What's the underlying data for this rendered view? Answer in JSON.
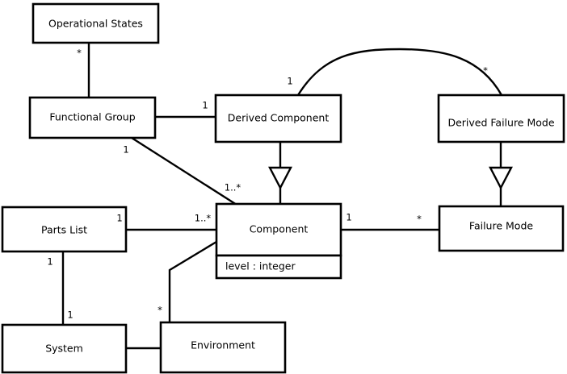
{
  "diagram": {
    "type": "uml-class-diagram",
    "background_color": "#ffffff",
    "line_color": "#000000",
    "classes": [
      {
        "id": "operational_states",
        "name": "Operational States",
        "attributes": []
      },
      {
        "id": "functional_group",
        "name": "Functional Group",
        "attributes": []
      },
      {
        "id": "derived_component",
        "name": "Derived Component",
        "attributes": []
      },
      {
        "id": "derived_failure_mode",
        "name": "Derived Failure Mode",
        "attributes": []
      },
      {
        "id": "parts_list",
        "name": "Parts List",
        "attributes": []
      },
      {
        "id": "component",
        "name": "Component",
        "attributes": [
          "level : integer"
        ]
      },
      {
        "id": "failure_mode",
        "name": "Failure Mode",
        "attributes": []
      },
      {
        "id": "system",
        "name": "System",
        "attributes": []
      },
      {
        "id": "environment",
        "name": "Environment",
        "attributes": []
      }
    ],
    "multiplicities": [
      {
        "id": "m_opstates_fg",
        "label": "*",
        "near": "operational-states-functional-group"
      },
      {
        "id": "m_fg_dc",
        "label": "1",
        "near": "functional-group-derived-component"
      },
      {
        "id": "m_fg_comp",
        "label": "1",
        "near": "functional-group-component-source"
      },
      {
        "id": "m_fg_comp_target",
        "label": "1..*",
        "near": "functional-group-component-target"
      },
      {
        "id": "m_dc_arc",
        "label": "1",
        "near": "derived-component-arc"
      },
      {
        "id": "m_dfm_arc",
        "label": "*",
        "near": "derived-failure-mode-arc"
      },
      {
        "id": "m_pl_comp_source",
        "label": "1",
        "near": "parts-list-component-source"
      },
      {
        "id": "m_pl_comp_target",
        "label": "1..*",
        "near": "parts-list-component-target"
      },
      {
        "id": "m_pl_sys_source",
        "label": "1",
        "near": "parts-list-system-source"
      },
      {
        "id": "m_pl_sys_target",
        "label": "1",
        "near": "parts-list-system-target"
      },
      {
        "id": "m_comp_fm_source",
        "label": "1",
        "near": "component-failure-mode-source"
      },
      {
        "id": "m_comp_fm_target",
        "label": "*",
        "near": "component-failure-mode-target"
      },
      {
        "id": "m_env_comp",
        "label": "*",
        "near": "environment-component"
      }
    ],
    "generalizations": [
      {
        "id": "gen_dc_comp",
        "from": "derived_component",
        "to": "component"
      },
      {
        "id": "gen_dfm_fm",
        "from": "derived_failure_mode",
        "to": "failure_mode"
      }
    ]
  }
}
